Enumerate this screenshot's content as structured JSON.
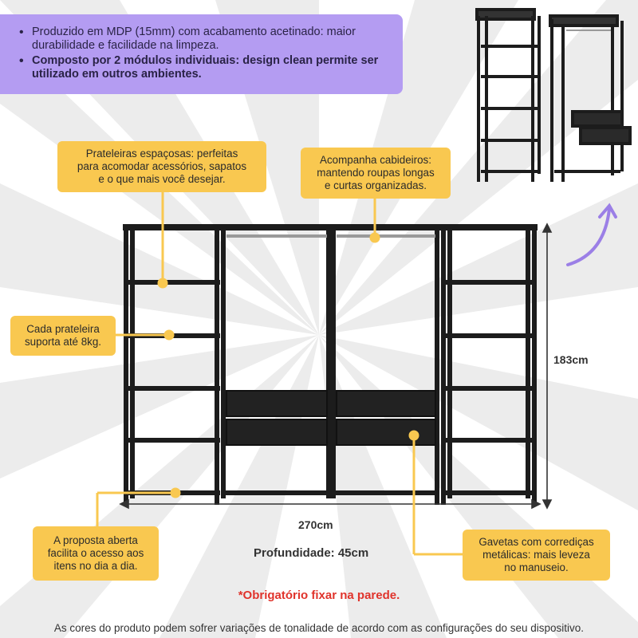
{
  "features": [
    "Produzido em MDP (15mm) com acabamento acetinado: maior durabilidade e facilidade na limpeza.",
    "Composto por 2 módulos individuais: design clean permite ser utilizado em outros ambientes."
  ],
  "callouts": {
    "shelves": "Prateleiras espaçosas: perfeitas\npara acomodar acessórios, sapatos\ne o que mais você desejar.",
    "hangers": "Acompanha cabideiros:\nmantendo roupas longas\ne curtas organizadas.",
    "capacity": "Cada prateleira\nsuporta até 8kg.",
    "open": "A proposta aberta\nfacilita o acesso aos\nitens no dia a dia.",
    "drawers": "Gavetas com corrediças\nmetálicas: mais leveza\nno manuseio."
  },
  "dimensions": {
    "height": "183cm",
    "width": "270cm",
    "depth": "Profundidade: 45cm"
  },
  "warning": "*Obrigatório fixar na parede.",
  "disclaimer": "As cores do produto podem sofrer variações de tonalidade de acordo com as configurações do seu dispositivo.",
  "colors": {
    "panel": "#b49cf2",
    "callout": "#f9c850",
    "furniture": "#1c1c1c",
    "warning": "#e0332b",
    "arrow": "#9b7fe6"
  }
}
